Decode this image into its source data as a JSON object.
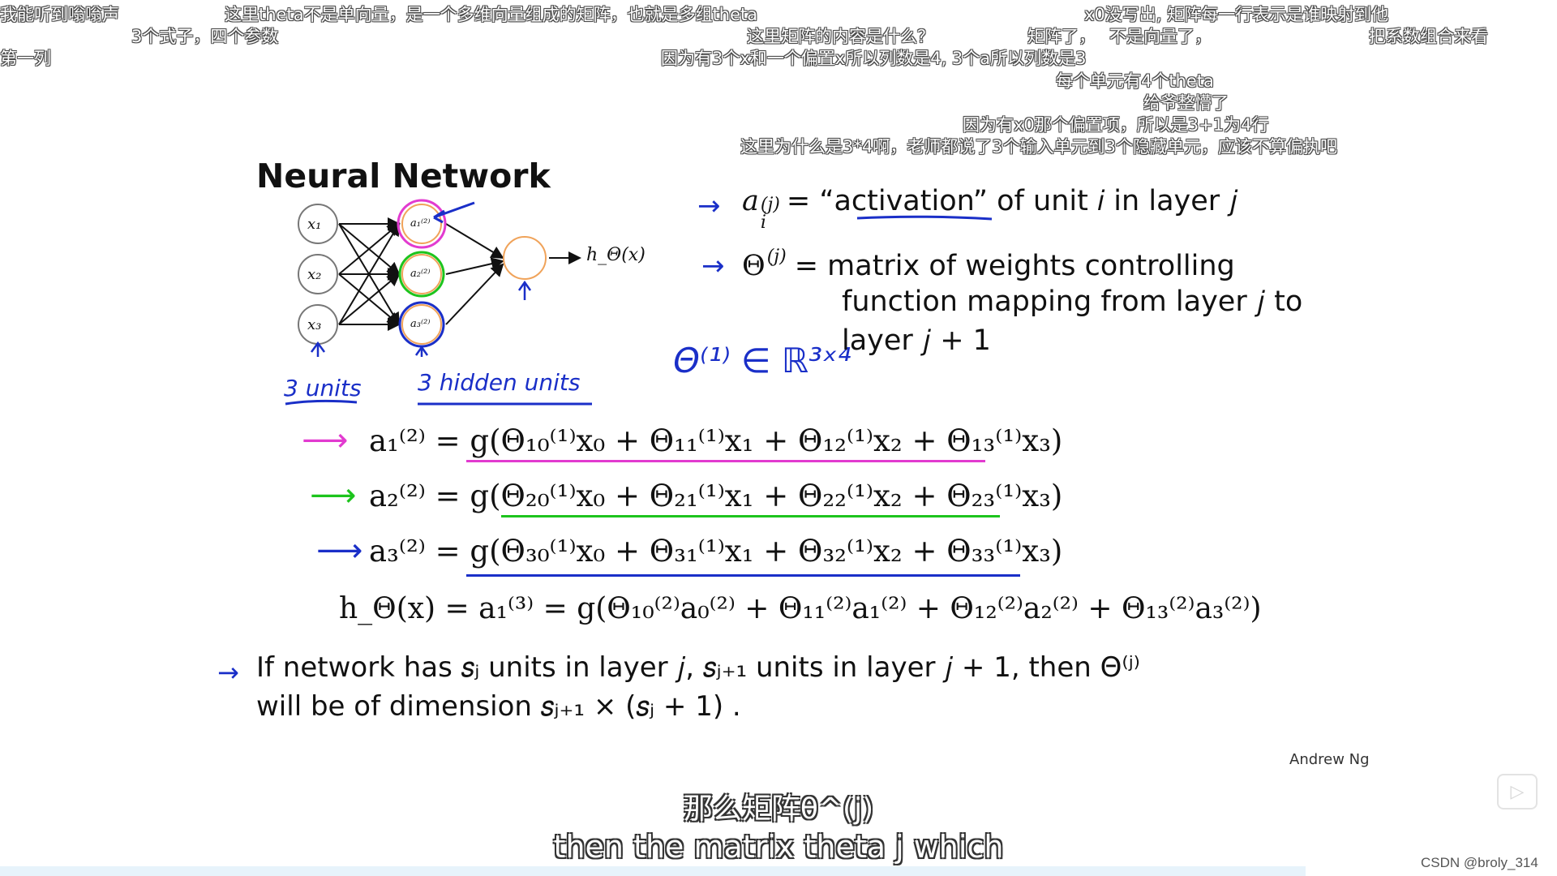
{
  "danmaku": [
    "我能听到嗡嗡声",
    "这里theta不是单向量，是一个多维向量组成的矩阵，也就是多组theta",
    "x0没写出, 矩阵每一行表示是谁映射到他",
    "3个式子，四个参数",
    "这里矩阵的内容是什么？",
    "矩阵了，",
    "不是向量了，",
    "把系数组合来看",
    "第一列",
    "因为有3个x和一个偏置x所以列数是4, 3个a所以列数是3",
    "每个单元有4个theta",
    "给爷整懵了",
    "因为有x0那个偏置项，所以是3+1为4行",
    "这里为什么是3*4啊，老师都说了3个输入单元到3个隐藏单元，应该不算偏执吧"
  ],
  "slide": {
    "title": "Neural Network",
    "nodes": {
      "inputs": [
        "x₁",
        "x₂",
        "x₃"
      ],
      "hidden": [
        "a₁⁽²⁾",
        "a₂⁽²⁾",
        "a₃⁽²⁾"
      ],
      "output_label": "h_Θ(x)"
    },
    "annotations": {
      "input_units": "3 units",
      "hidden_units": "3 hidden units",
      "theta_dim": "Θ⁽¹⁾ ∈ ℝ³ˣ⁴"
    },
    "definitions": [
      {
        "symbol": "a",
        "sup": "(j)",
        "sub": "i",
        "rhs": "= “activation” of unit 𝑖 in layer 𝑗"
      },
      {
        "symbol": "Θ",
        "sup": "(j)",
        "rhs_lines": [
          "= matrix of weights controlling",
          "function mapping from layer 𝑗 to",
          "layer 𝑗 + 1"
        ]
      }
    ],
    "equations": [
      "a₁⁽²⁾ = g(Θ₁₀⁽¹⁾x₀ + Θ₁₁⁽¹⁾x₁ + Θ₁₂⁽¹⁾x₂ + Θ₁₃⁽¹⁾x₃)",
      "a₂⁽²⁾ = g(Θ₂₀⁽¹⁾x₀ + Θ₂₁⁽¹⁾x₁ + Θ₂₂⁽¹⁾x₂ + Θ₂₃⁽¹⁾x₃)",
      "a₃⁽²⁾ = g(Θ₃₀⁽¹⁾x₀ + Θ₃₁⁽¹⁾x₁ + Θ₃₂⁽¹⁾x₂ + Θ₃₃⁽¹⁾x₃)",
      "h_Θ(x) = a₁⁽³⁾ = g(Θ₁₀⁽²⁾a₀⁽²⁾ + Θ₁₁⁽²⁾a₁⁽²⁾ + Θ₁₂⁽²⁾a₂⁽²⁾ + Θ₁₃⁽²⁾a₃⁽²⁾)"
    ],
    "note_line1": "If network has 𝑠ⱼ units in layer 𝑗, 𝑠ⱼ₊₁ units in layer 𝑗 + 1, then Θ⁽ʲ⁾",
    "note_line2": "will be of dimension 𝑠ⱼ₊₁ × (𝑠ⱼ + 1) .",
    "author": "Andrew Ng"
  },
  "subtitles": {
    "zh": "那么矩阵θ^(j)",
    "en": "then the matrix theta j which"
  },
  "watermark": "CSDN @broly_314",
  "colors": {
    "pink": "#e23bd0",
    "green": "#1dc41d",
    "blue": "#1a2fc8",
    "orange": "#f0a35a"
  }
}
